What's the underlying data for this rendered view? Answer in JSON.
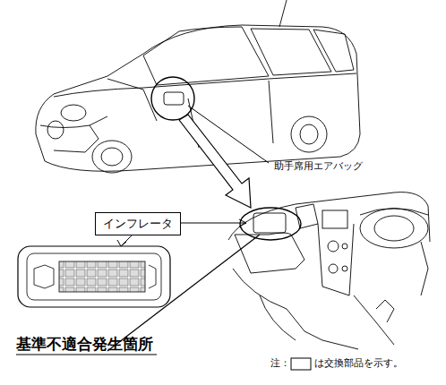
{
  "diagram": {
    "nodes": [
      {
        "text": [
          "インフレータ"
        ]
      }
    ],
    "edges": [],
    "labels": [
      "助手席用エアバッグ",
      "基準不適合発生箇所",
      "注：",
      "は交換部品を示す。"
    ]
  }
}
